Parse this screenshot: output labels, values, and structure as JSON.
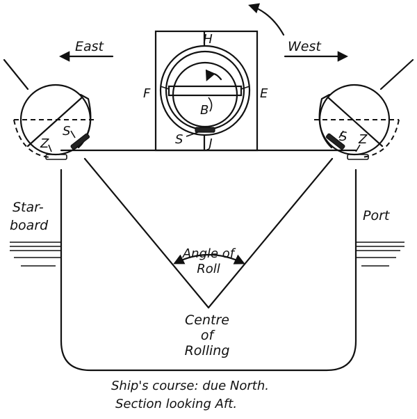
{
  "directions": {
    "east": "East",
    "west": "West"
  },
  "sides": {
    "starboard_line1": "Star-",
    "starboard_line2": "board",
    "port": "Port"
  },
  "gyro": {
    "h": "H",
    "j": "J",
    "f": "F",
    "e": "E",
    "b": "B",
    "s": "S"
  },
  "left_unit": {
    "s": "S",
    "z": "Z"
  },
  "right_unit": {
    "s": "S",
    "z": "Z"
  },
  "angle": {
    "line1": "Angle of",
    "line2": "Roll"
  },
  "centre": {
    "line1": "Centre",
    "line2": "of",
    "line3": "Rolling"
  },
  "caption": {
    "line1": "Ship's course: due North.",
    "line2": "Section looking Aft."
  }
}
